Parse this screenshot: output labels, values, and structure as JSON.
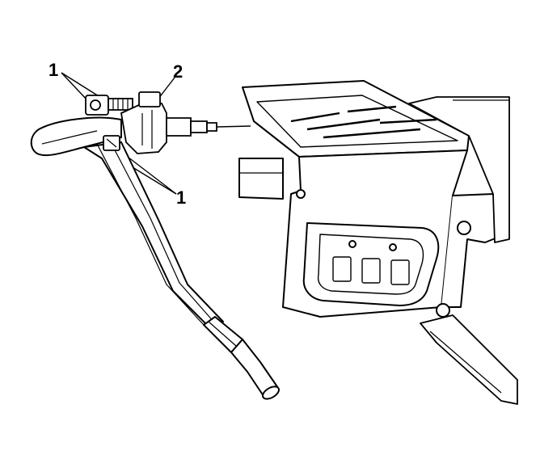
{
  "callouts": {
    "label_1_top": "1",
    "label_2": "2",
    "label_1_bottom": "1"
  },
  "colors": {
    "line": "#000000",
    "background": "#ffffff"
  }
}
